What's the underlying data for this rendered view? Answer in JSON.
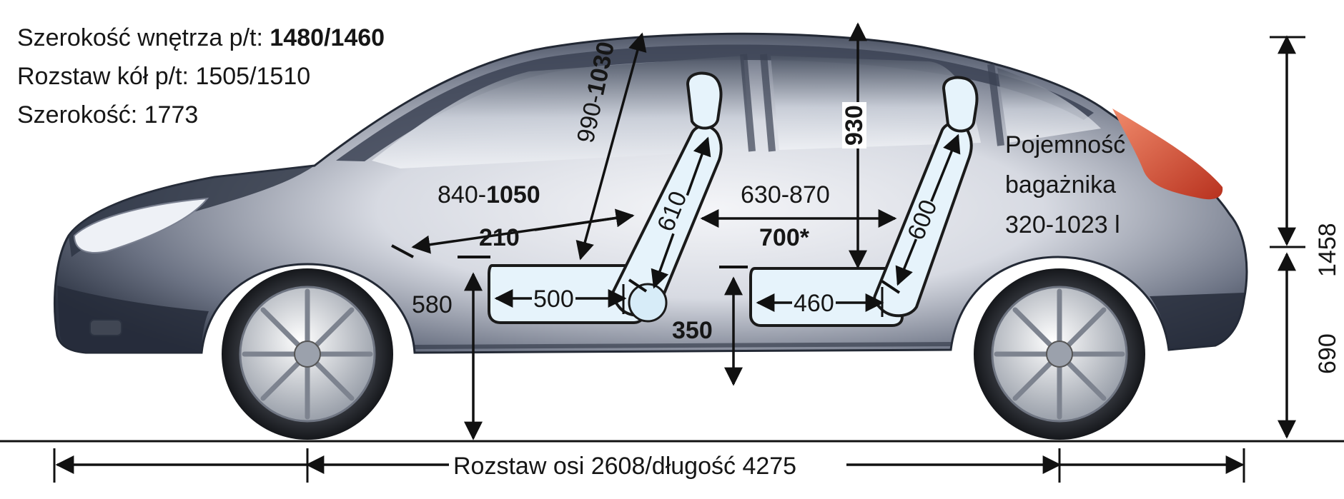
{
  "specs": {
    "width_interior_label": "Szerokość wnętrza p/t:",
    "width_interior_value": "1480/1460",
    "track_label": "Rozstaw kół p/t:",
    "track_value": "1505/1510",
    "width_label": "Szerokość:",
    "width_value": "1773"
  },
  "front": {
    "legroom_min": "840-",
    "legroom_max": "1050",
    "headroom_min": "990-",
    "headroom_max": "1030",
    "seat_depth": "500",
    "backrest_height": "610",
    "cushion_thickness": "210",
    "seat_height": "580"
  },
  "rear": {
    "legroom_range": "630-870",
    "legroom_typical": "700*",
    "headroom": "930",
    "seat_depth": "460",
    "backrest_height": "600",
    "seat_height": "350"
  },
  "trunk": {
    "line1": "Pojemność",
    "line2": "bagażnika",
    "line3": "320-1023 l"
  },
  "overall": {
    "length_text": "Rozstaw osi 2608/długość 4275",
    "height_total": "1458",
    "height_sill": "690"
  },
  "colors": {
    "body_dark": "#2c3342",
    "body_light": "#f2f3f6",
    "seat_fill": "#e6f3fb",
    "seat_stroke": "#1a1a1a",
    "taillight": "#d9432c",
    "arrow": "#111111"
  }
}
